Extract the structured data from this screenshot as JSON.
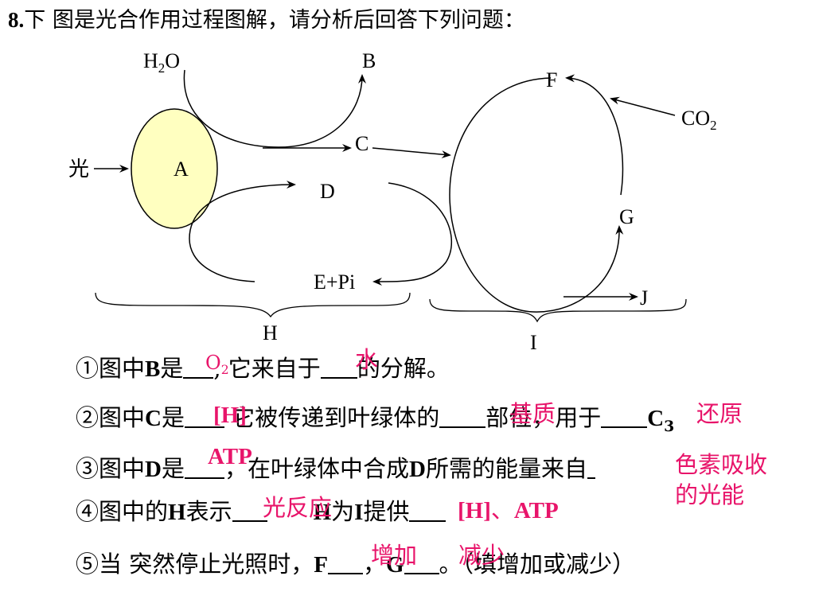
{
  "title": {
    "num": "8.",
    "text": "下 图是光合作用过程图解，请分析后回答下列问题："
  },
  "diagram": {
    "h2o": "H",
    "h2o_sub": "2",
    "h2o_tail": "O",
    "b": "B",
    "c": "C",
    "d": "D",
    "a": "A",
    "light": "光",
    "epi": "E+Pi",
    "h": "H",
    "f": "F",
    "co2": "CO",
    "co2_sub": "2",
    "g": "G",
    "i": "I",
    "j": "J",
    "ellipse_fill": "#ffffc0"
  },
  "questions": {
    "q1": {
      "pre": "①图中",
      "b": "B",
      "mid": "是",
      "ans1": "O",
      "ans1_sub": "2",
      "comma": ", 它来自于",
      "ans2": "水",
      "post": "的分解。"
    },
    "q2": {
      "pre": "②图中",
      "b": "C",
      "mid": "是",
      "ans1": "[H]",
      "mid2": "  它被传递到叶绿体的",
      "ans2": "基质",
      "mid3": "部位，用于",
      "ans3": "还原",
      "tail": "C",
      "tail_sub": "3"
    },
    "q3": {
      "pre": "③图中",
      "b": "D",
      "mid": "是",
      "ans1": "ATP",
      "mid2": "，在叶绿体中合成",
      "b2": "D",
      "mid3": "所需的能量来自",
      "ans2_line1": "色素吸收",
      "ans2_line2": "的光能"
    },
    "q4": {
      "pre": "④图中的",
      "b": "H",
      "mid": "表示",
      "ans1": "光反应",
      "mid2": " ",
      "b2": "H",
      "mid3": "为",
      "b3": "I",
      "mid4": "提供",
      "ans2": "[H]",
      "sep": "、",
      "ans3": "ATP"
    },
    "q5": {
      "pre": "⑤当 突然停止光照时，",
      "b": "F",
      "ans1": "增加",
      "comma": "，",
      "b2": "G",
      "ans2": "减少",
      "post": "。（填增加或减少）"
    }
  },
  "colors": {
    "answer": "#e8146a",
    "text": "#000000"
  }
}
